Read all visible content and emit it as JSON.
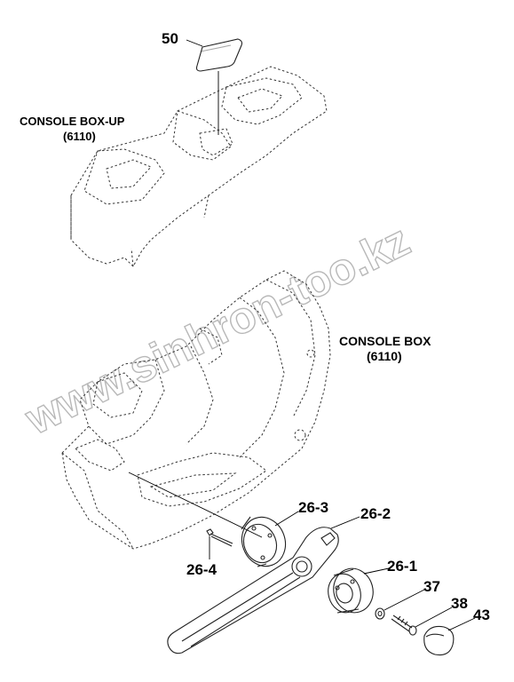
{
  "labels": {
    "console_box_up": "CONSOLE BOX-UP",
    "console_box_up_code": "(6110)",
    "console_box": "CONSOLE BOX",
    "console_box_code": "(6110)",
    "part_50": "50",
    "part_26_3": "26-3",
    "part_26_2": "26-2",
    "part_26_1": "26-1",
    "part_26_4": "26-4",
    "part_37": "37",
    "part_38": "38",
    "part_43": "43"
  },
  "watermark": "www.sinhron-too.kz"
}
